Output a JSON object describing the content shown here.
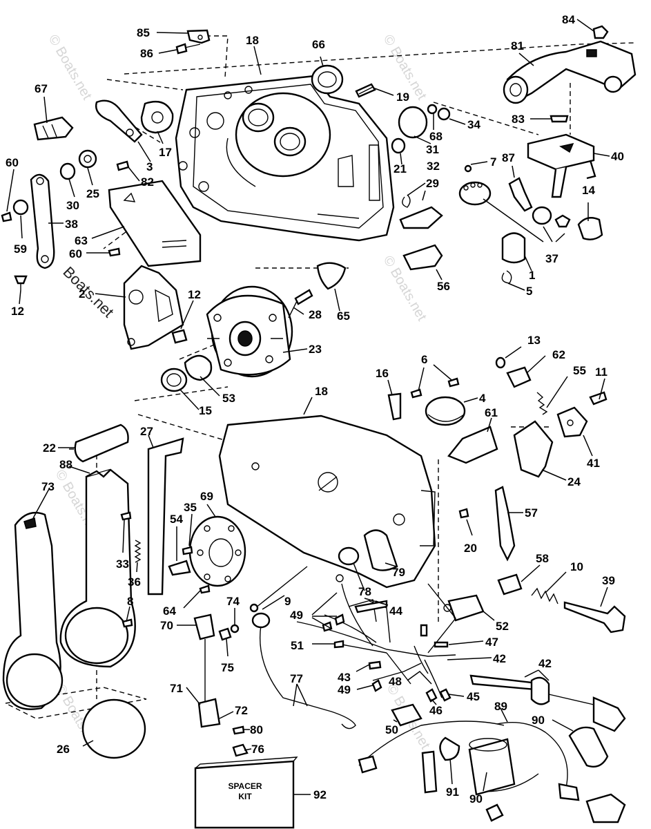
{
  "watermark": {
    "text": "© Boats.net",
    "side_text": "Boats.net"
  },
  "kit_label": {
    "line1": "SPACER",
    "line2": "KIT"
  },
  "callouts": [
    {
      "id": "c85",
      "label": "85"
    },
    {
      "id": "c86",
      "label": "86"
    },
    {
      "id": "c18a",
      "label": "18"
    },
    {
      "id": "c66",
      "label": "66"
    },
    {
      "id": "c84",
      "label": "84"
    },
    {
      "id": "c81",
      "label": "81"
    },
    {
      "id": "c67",
      "label": "67"
    },
    {
      "id": "c19",
      "label": "19"
    },
    {
      "id": "c34",
      "label": "34"
    },
    {
      "id": "c68",
      "label": "68"
    },
    {
      "id": "c83",
      "label": "83"
    },
    {
      "id": "c17",
      "label": "17"
    },
    {
      "id": "c3",
      "label": "3"
    },
    {
      "id": "c31",
      "label": "31"
    },
    {
      "id": "c40",
      "label": "40"
    },
    {
      "id": "c60a",
      "label": "60"
    },
    {
      "id": "c82",
      "label": "82"
    },
    {
      "id": "c21",
      "label": "21"
    },
    {
      "id": "c32",
      "label": "32"
    },
    {
      "id": "c7",
      "label": "7"
    },
    {
      "id": "c87",
      "label": "87"
    },
    {
      "id": "c25",
      "label": "25"
    },
    {
      "id": "c30",
      "label": "30"
    },
    {
      "id": "c29",
      "label": "29"
    },
    {
      "id": "c14",
      "label": "14"
    },
    {
      "id": "c38",
      "label": "38"
    },
    {
      "id": "c59",
      "label": "59"
    },
    {
      "id": "c63",
      "label": "63"
    },
    {
      "id": "c60b",
      "label": "60"
    },
    {
      "id": "c37",
      "label": "37"
    },
    {
      "id": "c1",
      "label": "1"
    },
    {
      "id": "c5",
      "label": "5"
    },
    {
      "id": "c56",
      "label": "56"
    },
    {
      "id": "c12a",
      "label": "12"
    },
    {
      "id": "c12b",
      "label": "12"
    },
    {
      "id": "c2",
      "label": "2"
    },
    {
      "id": "c28",
      "label": "28"
    },
    {
      "id": "c65",
      "label": "65"
    },
    {
      "id": "c23",
      "label": "23"
    },
    {
      "id": "c13",
      "label": "13"
    },
    {
      "id": "c62",
      "label": "62"
    },
    {
      "id": "c6",
      "label": "6"
    },
    {
      "id": "c16",
      "label": "16"
    },
    {
      "id": "c55",
      "label": "55"
    },
    {
      "id": "c11",
      "label": "11"
    },
    {
      "id": "c53",
      "label": "53"
    },
    {
      "id": "c15",
      "label": "15"
    },
    {
      "id": "c4",
      "label": "4"
    },
    {
      "id": "c18b",
      "label": "18"
    },
    {
      "id": "c61",
      "label": "61"
    },
    {
      "id": "c41",
      "label": "41"
    },
    {
      "id": "c22",
      "label": "22"
    },
    {
      "id": "c27",
      "label": "27"
    },
    {
      "id": "c24",
      "label": "24"
    },
    {
      "id": "c88",
      "label": "88"
    },
    {
      "id": "c73",
      "label": "73"
    },
    {
      "id": "c69",
      "label": "69"
    },
    {
      "id": "c35",
      "label": "35"
    },
    {
      "id": "c54",
      "label": "54"
    },
    {
      "id": "c57",
      "label": "57"
    },
    {
      "id": "c33",
      "label": "33"
    },
    {
      "id": "c20",
      "label": "20"
    },
    {
      "id": "c79",
      "label": "79"
    },
    {
      "id": "c36",
      "label": "36"
    },
    {
      "id": "c58",
      "label": "58"
    },
    {
      "id": "c10",
      "label": "10"
    },
    {
      "id": "c78",
      "label": "78"
    },
    {
      "id": "c39",
      "label": "39"
    },
    {
      "id": "c9",
      "label": "9"
    },
    {
      "id": "c8",
      "label": "8"
    },
    {
      "id": "c64",
      "label": "64"
    },
    {
      "id": "c74",
      "label": "74"
    },
    {
      "id": "c49a",
      "label": "49"
    },
    {
      "id": "c44",
      "label": "44"
    },
    {
      "id": "c52",
      "label": "52"
    },
    {
      "id": "c70",
      "label": "70"
    },
    {
      "id": "c75",
      "label": "75"
    },
    {
      "id": "c51",
      "label": "51"
    },
    {
      "id": "c47",
      "label": "47"
    },
    {
      "id": "c42a",
      "label": "42"
    },
    {
      "id": "c42b",
      "label": "42"
    },
    {
      "id": "c43",
      "label": "43"
    },
    {
      "id": "c48",
      "label": "48"
    },
    {
      "id": "c49b",
      "label": "49"
    },
    {
      "id": "c45",
      "label": "45"
    },
    {
      "id": "c46",
      "label": "46"
    },
    {
      "id": "c77",
      "label": "77"
    },
    {
      "id": "c71",
      "label": "71"
    },
    {
      "id": "c72",
      "label": "72"
    },
    {
      "id": "c89",
      "label": "89"
    },
    {
      "id": "c50",
      "label": "50"
    },
    {
      "id": "c90a",
      "label": "90"
    },
    {
      "id": "c26",
      "label": "26"
    },
    {
      "id": "c80",
      "label": "80"
    },
    {
      "id": "c76",
      "label": "76"
    },
    {
      "id": "c91",
      "label": "91"
    },
    {
      "id": "c90b",
      "label": "90"
    },
    {
      "id": "c92",
      "label": "92"
    }
  ]
}
